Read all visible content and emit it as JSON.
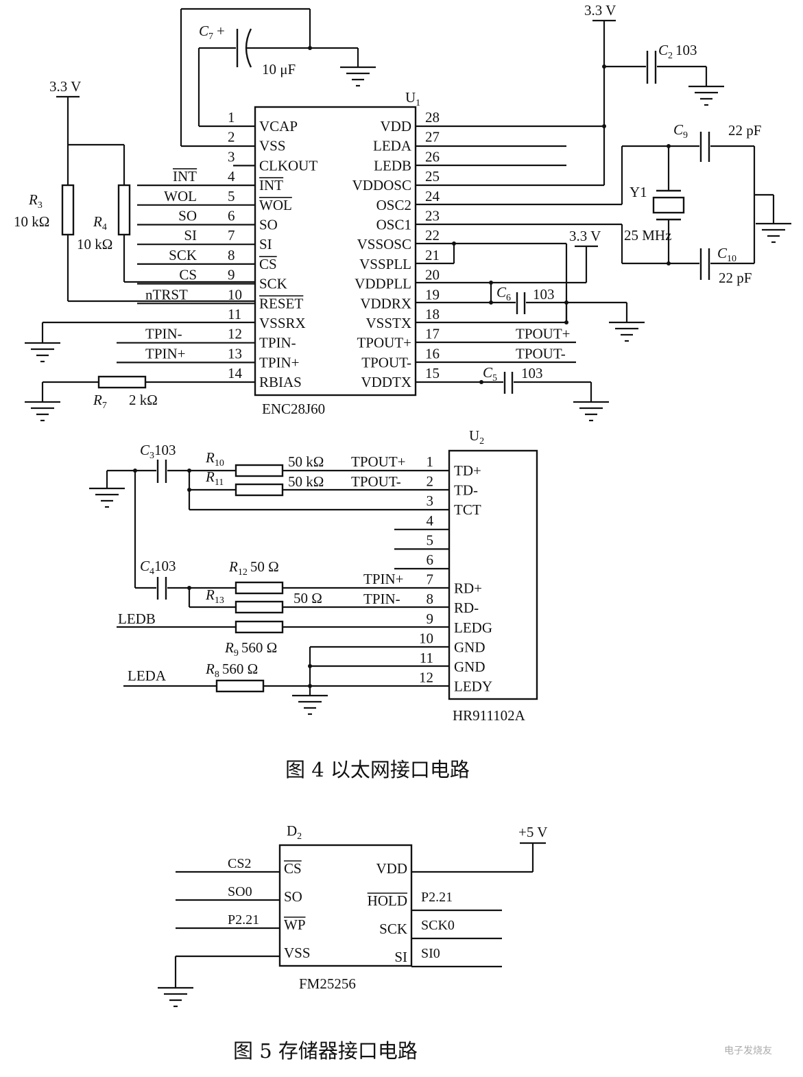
{
  "u1": {
    "ref": "U",
    "ref_sub": "1",
    "part": "ENC28J60",
    "left_pins": [
      {
        "num": "1",
        "name": "VCAP",
        "bar": false,
        "net": ""
      },
      {
        "num": "2",
        "name": "VSS",
        "bar": false,
        "net": ""
      },
      {
        "num": "3",
        "name": "CLKOUT",
        "bar": false,
        "net": ""
      },
      {
        "num": "4",
        "name": "INT",
        "bar": true,
        "net": "INT",
        "net_bar": true
      },
      {
        "num": "5",
        "name": "WOL",
        "bar": true,
        "net": "WOL"
      },
      {
        "num": "6",
        "name": "SO",
        "bar": false,
        "net": "SO"
      },
      {
        "num": "7",
        "name": "SI",
        "bar": false,
        "net": "SI"
      },
      {
        "num": "8",
        "name": "CS",
        "bar": true,
        "net": "SCK"
      },
      {
        "num": "9",
        "name": "SCK",
        "bar": false,
        "net": "CS"
      },
      {
        "num": "10",
        "name": "RESET",
        "bar": true,
        "net": "nTRST"
      },
      {
        "num": "11",
        "name": "VSSRX",
        "bar": false,
        "net": ""
      },
      {
        "num": "12",
        "name": "TPIN-",
        "bar": false,
        "net": "TPIN-"
      },
      {
        "num": "13",
        "name": "TPIN+",
        "bar": false,
        "net": "TPIN+"
      },
      {
        "num": "14",
        "name": "RBIAS",
        "bar": false,
        "net": ""
      }
    ],
    "right_pins": [
      {
        "num": "28",
        "name": "VDD",
        "net": ""
      },
      {
        "num": "27",
        "name": "LEDA",
        "net": ""
      },
      {
        "num": "26",
        "name": "LEDB",
        "net": ""
      },
      {
        "num": "25",
        "name": "VDDOSC",
        "net": ""
      },
      {
        "num": "24",
        "name": "OSC2",
        "net": ""
      },
      {
        "num": "23",
        "name": "OSC1",
        "net": ""
      },
      {
        "num": "22",
        "name": "VSSOSC",
        "net": ""
      },
      {
        "num": "21",
        "name": "VSSPLL",
        "net": ""
      },
      {
        "num": "20",
        "name": "VDDPLL",
        "net": ""
      },
      {
        "num": "19",
        "name": "VDDRX",
        "net": ""
      },
      {
        "num": "18",
        "name": "VSSTX",
        "net": ""
      },
      {
        "num": "17",
        "name": "TPOUT+",
        "net": "TPOUT+"
      },
      {
        "num": "16",
        "name": "TPOUT-",
        "net": "TPOUT-"
      },
      {
        "num": "15",
        "name": "VDDTX",
        "net": ""
      }
    ]
  },
  "u2": {
    "ref": "U",
    "ref_sub": "2",
    "part": "HR911102A",
    "pins": [
      {
        "num": "1",
        "name": "TD+",
        "net": "TPOUT+"
      },
      {
        "num": "2",
        "name": "TD-",
        "net": "TPOUT-"
      },
      {
        "num": "3",
        "name": "TCT",
        "net": ""
      },
      {
        "num": "4",
        "name": "",
        "net": ""
      },
      {
        "num": "5",
        "name": "",
        "net": ""
      },
      {
        "num": "6",
        "name": "",
        "net": ""
      },
      {
        "num": "7",
        "name": "RD+",
        "net": "TPIN+"
      },
      {
        "num": "8",
        "name": "RD-",
        "net": "TPIN-"
      },
      {
        "num": "9",
        "name": "LEDG",
        "net": ""
      },
      {
        "num": "10",
        "name": "GND",
        "net": ""
      },
      {
        "num": "11",
        "name": "GND",
        "net": ""
      },
      {
        "num": "12",
        "name": "LEDY",
        "net": ""
      }
    ]
  },
  "d2": {
    "ref": "D",
    "ref_sub": "2",
    "part": "FM25256",
    "left_pins": [
      {
        "name": "CS",
        "bar": true,
        "net": "CS2"
      },
      {
        "name": "SO",
        "bar": false,
        "net": "SO0"
      },
      {
        "name": "WP",
        "bar": true,
        "net": "P2.21"
      },
      {
        "name": "VSS",
        "bar": false,
        "net": ""
      }
    ],
    "right_pins": [
      {
        "name": "VDD",
        "bar": false,
        "net": ""
      },
      {
        "name": "HOLD",
        "bar": true,
        "net": "P2.21"
      },
      {
        "name": "SCK",
        "bar": false,
        "net": "SCK0"
      },
      {
        "name": "SI",
        "bar": false,
        "net": "SI0"
      }
    ]
  },
  "components": {
    "c7": {
      "ref": "C",
      "sub": "7",
      "value": "10 μF",
      "polarity": "+"
    },
    "c2": {
      "ref": "C",
      "sub": "2",
      "value": "103"
    },
    "c9": {
      "ref": "C",
      "sub": "9",
      "value": "22 pF"
    },
    "c10": {
      "ref": "C",
      "sub": "10",
      "value": "22 pF"
    },
    "c6": {
      "ref": "C",
      "sub": "6",
      "value": "103"
    },
    "c5": {
      "ref": "C",
      "sub": "5",
      "value": "103"
    },
    "c3": {
      "ref": "C",
      "sub": "3",
      "value": "103"
    },
    "c4": {
      "ref": "C",
      "sub": "4",
      "value": "103"
    },
    "y1": {
      "ref": "Y1",
      "value": "25 MHz"
    },
    "r3": {
      "ref": "R",
      "sub": "3",
      "value": "10 kΩ"
    },
    "r4": {
      "ref": "R",
      "sub": "4",
      "value": "10 kΩ"
    },
    "r7": {
      "ref": "R",
      "sub": "7",
      "value": "2 kΩ"
    },
    "r10": {
      "ref": "R",
      "sub": "10",
      "value": "50 kΩ"
    },
    "r11": {
      "ref": "R",
      "sub": "11",
      "value": "50 kΩ"
    },
    "r12": {
      "ref": "R",
      "sub": "12",
      "value": "50  Ω"
    },
    "r13": {
      "ref": "R",
      "sub": "13",
      "value": "50  Ω"
    },
    "r9": {
      "ref": "R",
      "sub": "9",
      "value": "560  Ω"
    },
    "r8": {
      "ref": "R",
      "sub": "8",
      "value": "560  Ω"
    }
  },
  "supplies": {
    "v33_left": "3.3 V",
    "v33_top": "3.3 V",
    "v33_mid": "3.3 V",
    "v5": "+5 V"
  },
  "nets": {
    "u2_tpout_p": "TPOUT+",
    "u2_tpout_n": "TPOUT-",
    "u2_tpin_p": "TPIN+",
    "u2_tpin_n": "TPIN-",
    "ledb": "LEDB",
    "leda": "LEDA"
  },
  "captions": {
    "fig4": "图 4    以太网接口电路",
    "fig5": "图 5    存储器接口电路"
  },
  "watermark": "电子发烧友"
}
